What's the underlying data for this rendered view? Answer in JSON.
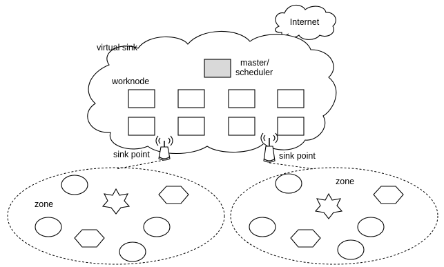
{
  "diagram": {
    "labels": {
      "internet": "Internet",
      "virtual_sink": "virtual sink",
      "master_line1": "master/",
      "master_line2": "scheduler",
      "worknode": "worknode",
      "sink_point_left": "sink point",
      "sink_point_right": "sink point",
      "zone_left": "zone",
      "zone_right": "zone"
    },
    "icons": [
      "cloud-icon",
      "antenna-icon",
      "star-icon",
      "hexagon-icon",
      "circle-icon",
      "square-icon"
    ],
    "colors": {
      "stroke": "#000000",
      "background": "#ffffff",
      "master_fill": "#d9d9d9"
    }
  }
}
